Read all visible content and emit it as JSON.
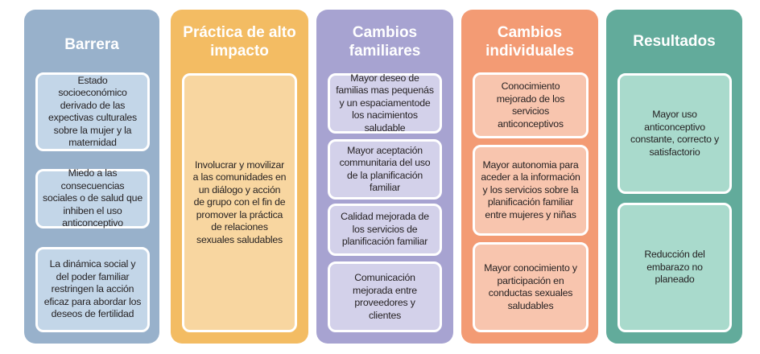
{
  "columns": [
    {
      "title": "Barrera",
      "color": "#98b1cb",
      "box_color": "#c3d6e8",
      "items": [
        "Estado socioeconómico derivado de las expectivas culturales sobre la mujer y la maternidad",
        "Miedo a las consecuencias sociales o de salud que inhiben el uso anticonceptivo",
        "La dinámica social y del poder familiar restringen la acción eficaz para abordar los deseos de fertilidad"
      ]
    },
    {
      "title": "Práctica de alto impacto",
      "color": "#f3bc63",
      "box_color": "#f8d6a0",
      "items": [
        "Involucrar y movilizar a las comunidades en un diálogo y acción de grupo con el fin de promover la práctica de relaciones sexuales saludables"
      ]
    },
    {
      "title": "Cambios familiares",
      "color": "#a7a3d1",
      "box_color": "#d3d1ea",
      "items": [
        "Mayor deseo de familias mas pequenás y un espaciamentode los nacimientos saludable",
        "Mayor aceptación communitaria del uso de la planificación familiar",
        "Calidad mejorada de los servicios de planificación familiar",
        "Comunicación mejorada entre proveedores y clientes"
      ]
    },
    {
      "title": "Cambios individuales",
      "color": "#f39b74",
      "box_color": "#f8c5ae",
      "items": [
        "Conocimiento mejorado de los servicios anticonceptivos",
        "Mayor autonomia para aceder a la información y los servicios sobre la planificación familiar entre mujeres y niñas",
        "Mayor conocimiento y participación en conductas sexuales saludables"
      ]
    },
    {
      "title": "Resultados",
      "color": "#62ab9b",
      "box_color": "#a9dacc",
      "items": [
        "Mayor uso anticonceptivo constante, correcto y satisfactorio",
        "Reducción del embarazo no planeado"
      ]
    }
  ]
}
